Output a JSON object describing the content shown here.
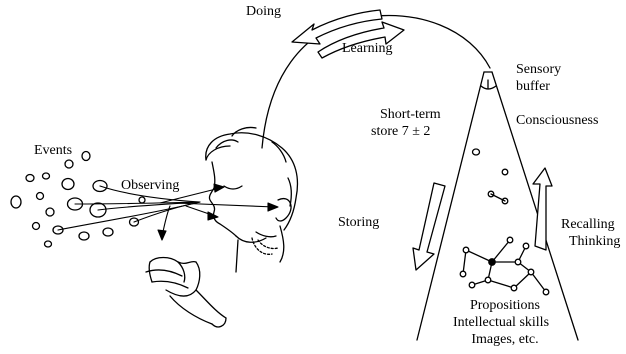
{
  "labels": {
    "doing": "Doing",
    "learning": "Learning",
    "sensory_buffer_1": "Sensory",
    "sensory_buffer_2": "buffer",
    "short_term_1": "Short-term",
    "short_term_2": "store 7 ± 2",
    "consciousness": "Consciousness",
    "events": "Events",
    "observing": "Observing",
    "storing": "Storing",
    "recalling": "Recalling",
    "thinking": "Thinking",
    "propositions": "Propositions",
    "intellectual_skills": "Intellectual skills",
    "images": "Images, etc."
  },
  "colors": {
    "ink": "#000000",
    "paper": "#ffffff"
  }
}
